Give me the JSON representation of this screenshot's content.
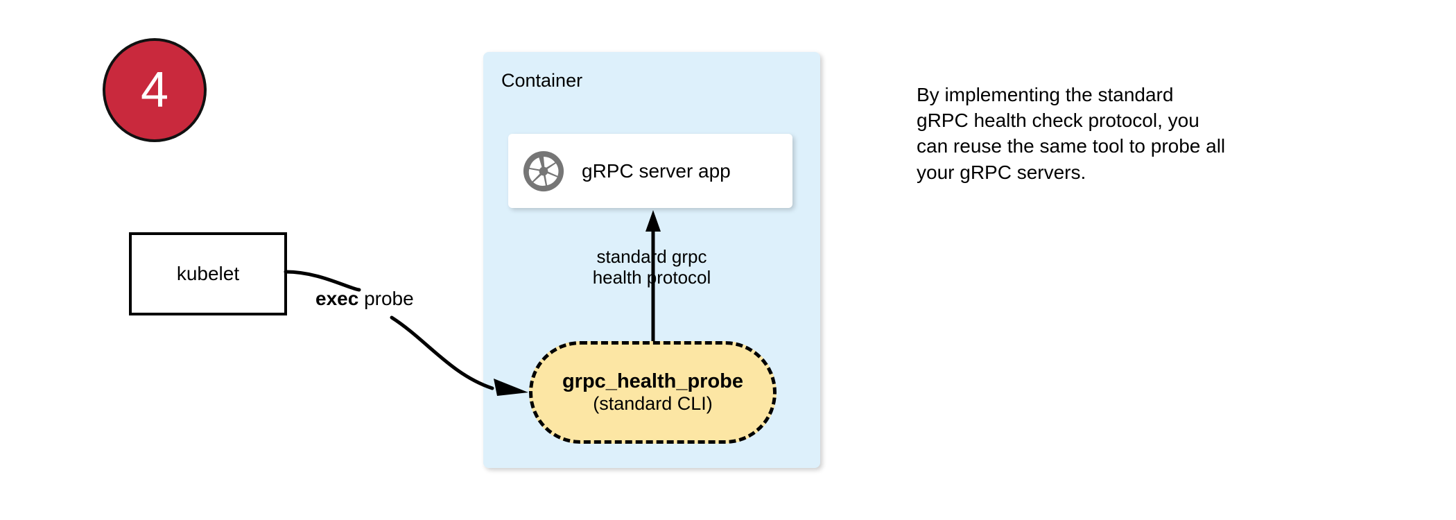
{
  "step": {
    "number": "4",
    "circle_color": "#C9293D",
    "border_color": "#111111",
    "text_color": "#FFFFFF"
  },
  "container": {
    "title": "Container",
    "fill_color": "#DDF0FB"
  },
  "server_card": {
    "label": "gRPC server app",
    "icon": "aperture-icon",
    "icon_color": "#767676",
    "fill_color": "#FFFFFF"
  },
  "protocol_arrow": {
    "label": "standard grpc\nhealth protocol",
    "direction": "up",
    "color": "#000000"
  },
  "probe_pill": {
    "title": "grpc_health_probe",
    "subtitle": "(standard CLI)",
    "fill_color": "#FCE6A4",
    "border_style": "dashed",
    "border_color": "#000000"
  },
  "kubelet": {
    "label": "kubelet",
    "fill_color": "#FFFFFF",
    "border_color": "#000000"
  },
  "exec_connector": {
    "label_bold": "exec",
    "label_rest": " probe",
    "color": "#000000"
  },
  "side_note": {
    "text": "By implementing the standard\ngRPC health check protocol, you\ncan reuse the same tool to probe all\nyour gRPC servers."
  }
}
